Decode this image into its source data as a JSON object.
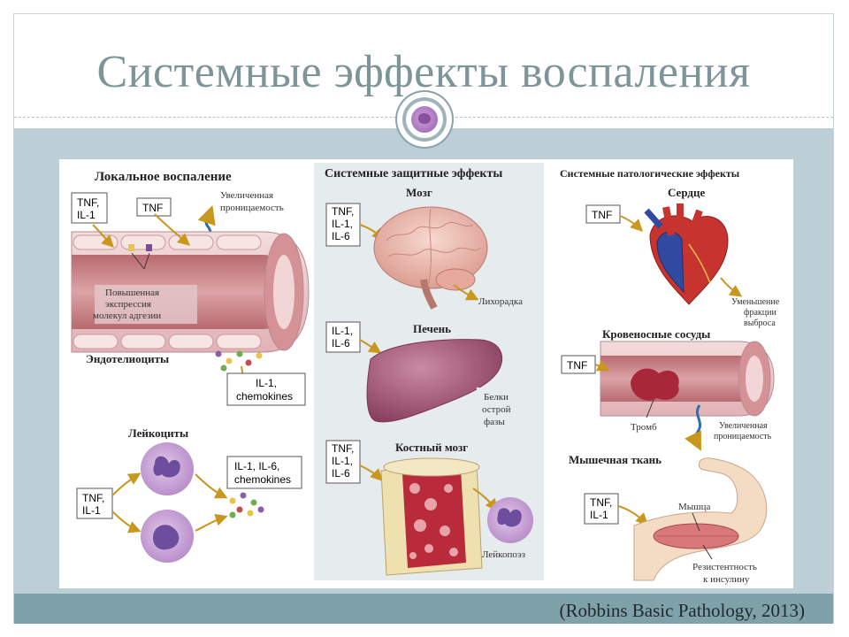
{
  "slide": {
    "title": "Системные эффекты воспаления",
    "citation": "(Robbins Basic Pathology, 2013)"
  },
  "local": {
    "heading": "Локальное воспаление",
    "tnf_il1_a": [
      "TNF,",
      "IL-1"
    ],
    "tnf": "TNF",
    "permeability": [
      "Увеличенная",
      "проницаемость"
    ],
    "adhesion": [
      "Повышенная",
      "экспрессия",
      "молекул адгезии"
    ],
    "endothelial": "Эндотелиоциты",
    "il1_chemokines": [
      "IL-1,",
      "chemokines"
    ],
    "leukocytes": "Лейкоциты",
    "il1_il6_chemokines": [
      "IL-1, IL-6,",
      "chemokines"
    ],
    "tnf_il1_b": [
      "TNF,",
      "IL-1"
    ]
  },
  "protective": {
    "heading": "Системные защитные эффекты",
    "brain": "Мозг",
    "brain_cytokines": [
      "TNF,",
      "IL-1,",
      "IL-6"
    ],
    "fever": "Лихорадка",
    "liver": "Печень",
    "liver_cytokines": [
      "IL-1,",
      "IL-6"
    ],
    "acute_proteins": [
      "Белки",
      "острой",
      "фазы"
    ],
    "marrow": "Костный мозг",
    "marrow_cytokines": [
      "TNF,",
      "IL-1,",
      "IL-6"
    ],
    "leukopoiesis": "Лейкопоэз"
  },
  "pathologic": {
    "heading": "Системные патологические эффекты",
    "heart": "Сердце",
    "heart_tnf": "TNF",
    "ejection": [
      "Уменьшение",
      "фракции",
      "выброса"
    ],
    "vessels": "Кровеносные сосуды",
    "vessels_tnf": "TNF",
    "thrombus": "Тромб",
    "vessel_permeability": [
      "Увеличенная",
      "проницаемость"
    ],
    "muscle": "Мышечная ткань",
    "muscle_cytokines": [
      "TNF,",
      "IL-1"
    ],
    "muscle_label": "Мышца",
    "insulin_resistance": [
      "Резистентность",
      "к инсулину"
    ]
  },
  "colors": {
    "slide_title": "#7d9599",
    "teal_band": "#bccfd6",
    "bottom_band": "#7fa1aa",
    "panel_bg": "#e6ebee",
    "vessel_wall": "#e9c3c6",
    "vessel_lumen": "#c77c80",
    "arrow": "#c9961e",
    "brain": "#eec0b4",
    "liver": "#a95a7a",
    "heart_red": "#c7342f",
    "heart_blue": "#2f4aa0",
    "leukocyte": "#c9a6d9",
    "nucleus": "#6c4d9e"
  },
  "icons": [
    "leukocyte-cell-icon"
  ]
}
